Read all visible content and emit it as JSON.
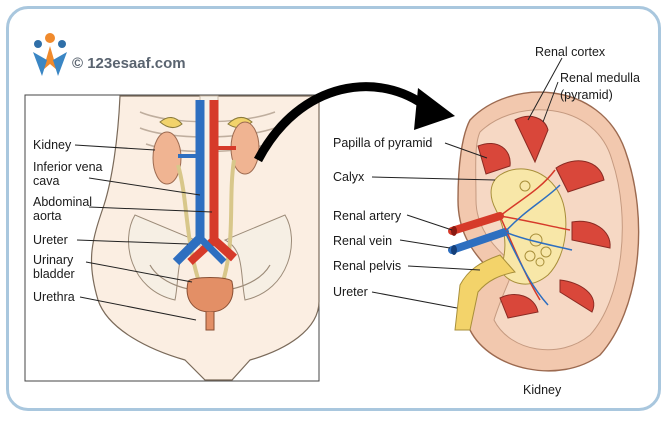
{
  "watermark": {
    "text": "© 123esaaf.com"
  },
  "body_labels": {
    "kidney": "Kidney",
    "ivc_line1": "Inferior vena",
    "ivc_line2": "cava",
    "aorta_line1": "Abdominal",
    "aorta_line2": "aorta",
    "ureter": "Ureter",
    "bladder_line1": "Urinary",
    "bladder_line2": "bladder",
    "urethra": "Urethra"
  },
  "kidney_labels": {
    "cortex": "Renal cortex",
    "medulla_line1": "Renal medulla",
    "medulla_line2": "(pyramid)",
    "papilla": "Papilla of pyramid",
    "calyx": "Calyx",
    "artery": "Renal artery",
    "vein": "Renal vein",
    "pelvis": "Renal pelvis",
    "ureter": "Ureter",
    "caption": "Kidney"
  },
  "colors": {
    "frame": "#a9c7de",
    "artery": "#d63a2a",
    "vein": "#2e6fc0",
    "kidney": "#f3c9b0",
    "medulla": "#d9473a",
    "calyx": "#f8e7a8",
    "ureter": "#f3d36a",
    "arrow": "#000000"
  }
}
